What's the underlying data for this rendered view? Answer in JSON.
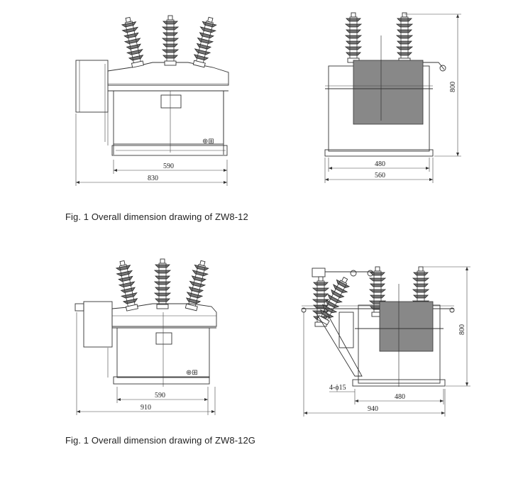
{
  "captions": {
    "fig1": "Fig. 1 Overall dimension drawing of ZW8-12",
    "fig2": "Fig. 1 Overall dimension drawing of ZW8-12G"
  },
  "zw8_12": {
    "front": {
      "inner_width": "590",
      "overall_width": "830"
    },
    "side": {
      "inner_width": "480",
      "overall_width": "560",
      "height": "800"
    }
  },
  "zw8_12g": {
    "front": {
      "inner_width": "590",
      "overall_width": "910"
    },
    "side": {
      "inner_width": "480",
      "overall_width": "940",
      "height": "800",
      "holes": "4-ϕ15"
    }
  }
}
